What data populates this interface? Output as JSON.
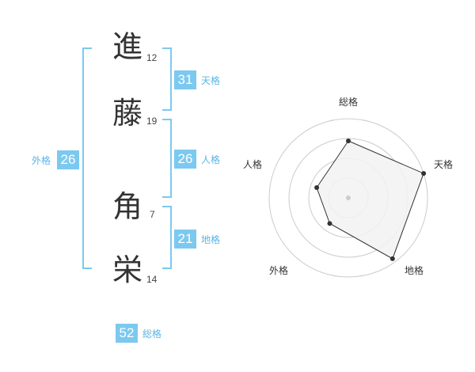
{
  "name": {
    "characters": [
      {
        "char": "進",
        "strokes": "12"
      },
      {
        "char": "藤",
        "strokes": "19"
      },
      {
        "char": "角",
        "strokes": "7"
      },
      {
        "char": "栄",
        "strokes": "14"
      }
    ]
  },
  "fortune": {
    "tenkaku": {
      "value": "31",
      "label": "天格"
    },
    "jinkaku": {
      "value": "26",
      "label": "人格"
    },
    "chikaku": {
      "value": "21",
      "label": "地格"
    },
    "gaikaku": {
      "value": "26",
      "label": "外格"
    },
    "soukaku": {
      "value": "52",
      "label": "総格"
    }
  },
  "chart_data": {
    "type": "radar",
    "axes": [
      "総格",
      "天格",
      "地格",
      "外格",
      "人格"
    ],
    "values": [
      0.72,
      1.0,
      0.95,
      0.4,
      0.42
    ],
    "max": 1,
    "rings": 4,
    "fill": "#f2f2f2",
    "stroke": "#333333",
    "grid_color": "#cccccc"
  }
}
